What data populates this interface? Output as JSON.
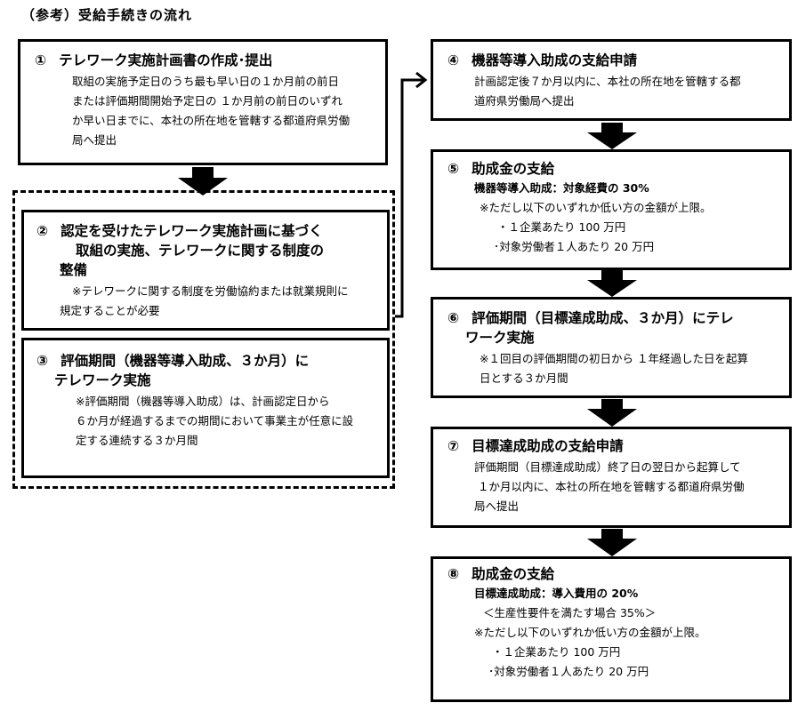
{
  "page_title": "（参考）受給手続きの流れ",
  "steps": [
    {
      "num": "①",
      "title_lines": [
        "テレワーク実施計画書の作成･提出"
      ],
      "body_lines": [
        "取組の実施予定日のうち最も早い日の１か月前の前日",
        "または評価期間開始予定日の １か月前の前日のいずれ",
        "か早い日までに、本社の所在地を管轄する都道府県労働",
        "局へ提出"
      ]
    },
    {
      "num": "②",
      "title_lines": [
        "認定を受けたテレワーク実施計画に基づく",
        "取組の実施、テレワークに関する制度の",
        "整備"
      ],
      "body_lines": [
        "※テレワークに関する制度を労働協約または就業規則に",
        "規定することが必要"
      ]
    },
    {
      "num": "③",
      "title_lines": [
        "評価期間（機器等導入助成、３か月）に",
        "テレワーク実施"
      ],
      "body_lines": [
        "※評価期間（機器等導入助成）は、計画認定日から",
        "６か月が経過するまでの期間において事業主が任意に設",
        "定する連続する３か月間"
      ]
    },
    {
      "num": "④",
      "title_lines": [
        "機器等導入助成の支給申請"
      ],
      "body_lines": [
        "計画認定後７か月以内に、本社の所在地を管轄する都",
        "道府県労働局へ提出"
      ]
    },
    {
      "num": "⑤",
      "title_lines": [
        "助成金の支給"
      ],
      "subtitle": "機器等導入助成：対象経費の 30%",
      "body_lines": [
        "※ただし以下のいずれか低い方の金額が上限。",
        "・１企業あたり 100 万円",
        "･対象労働者１人あたり 20 万円"
      ]
    },
    {
      "num": "⑥",
      "title_lines": [
        "評価期間（目標達成助成、３か月）にテレ",
        "ワーク実施"
      ],
      "body_lines": [
        "※１回目の評価期間の初日から １年経過した日を起算",
        "日とする３か月間"
      ]
    },
    {
      "num": "⑦",
      "title_lines": [
        "目標達成助成の支給申請"
      ],
      "body_lines": [
        "評価期間（目標達成助成）終了日の翌日から起算して",
        "１か月以内に、本社の所在地を管轄する都道府県労働",
        "局へ提出"
      ]
    },
    {
      "num": "⑧",
      "title_lines": [
        "助成金の支給"
      ],
      "subtitle": "目標達成助成：導入費用の 20%",
      "body_lines": [
        "＜生産性要件を満たす場合 35%＞",
        "※ただし以下のいずれか低い方の金額が上限。",
        "・１企業あたり 100 万円",
        "･対象労働者１人あたり 20 万円"
      ]
    }
  ]
}
